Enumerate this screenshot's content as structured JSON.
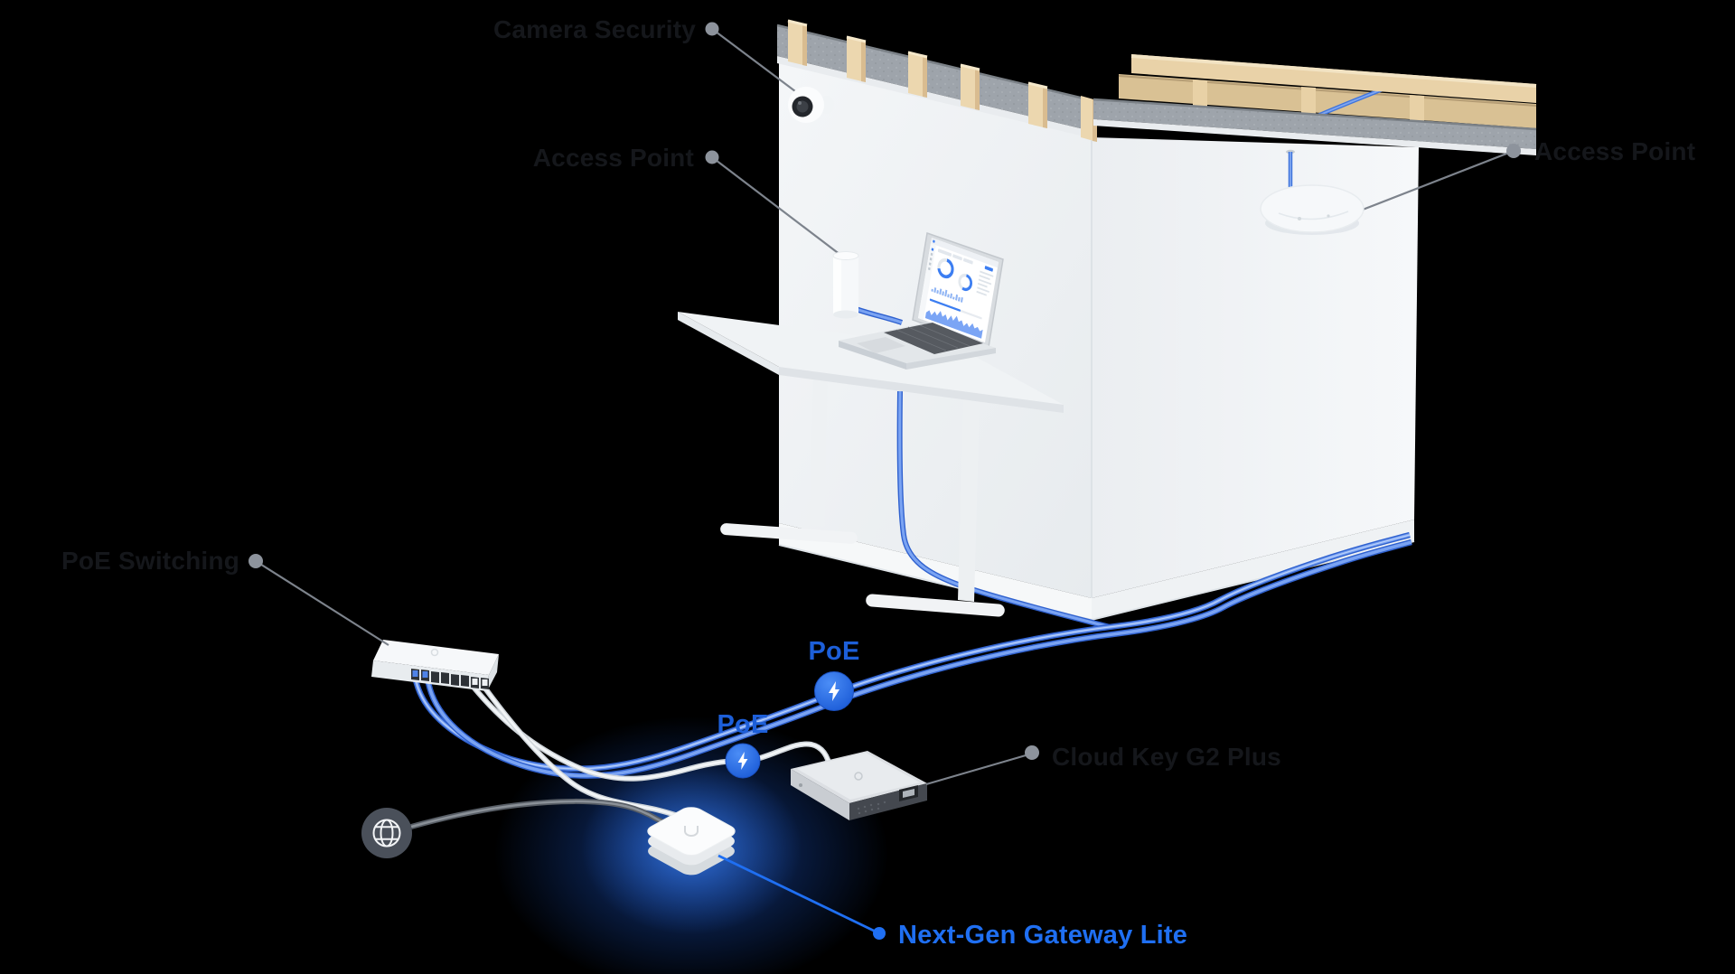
{
  "scene": {
    "background_color": "#000000",
    "accent_blue": "#1f6ff2",
    "poe_text_blue": "#1d5fd9",
    "cable_blue": "#4a7fe0",
    "label_text_color": "#15171b",
    "leader_line_color": "#7d838c",
    "glow_color": "#1e63e6"
  },
  "labels": {
    "camera_security": "Camera Security",
    "access_point_desk": "Access Point",
    "access_point_ceiling": "Access Point",
    "poe_switching": "PoE Switching",
    "cloud_key": "Cloud Key G2 Plus",
    "next_gen_gateway": "Next-Gen Gateway Lite"
  },
  "badges": {
    "poe_top": "PoE",
    "poe_bottom": "PoE"
  },
  "icons": {
    "globe": "internet-globe-icon",
    "lightning": "poe-lightning-icon"
  }
}
